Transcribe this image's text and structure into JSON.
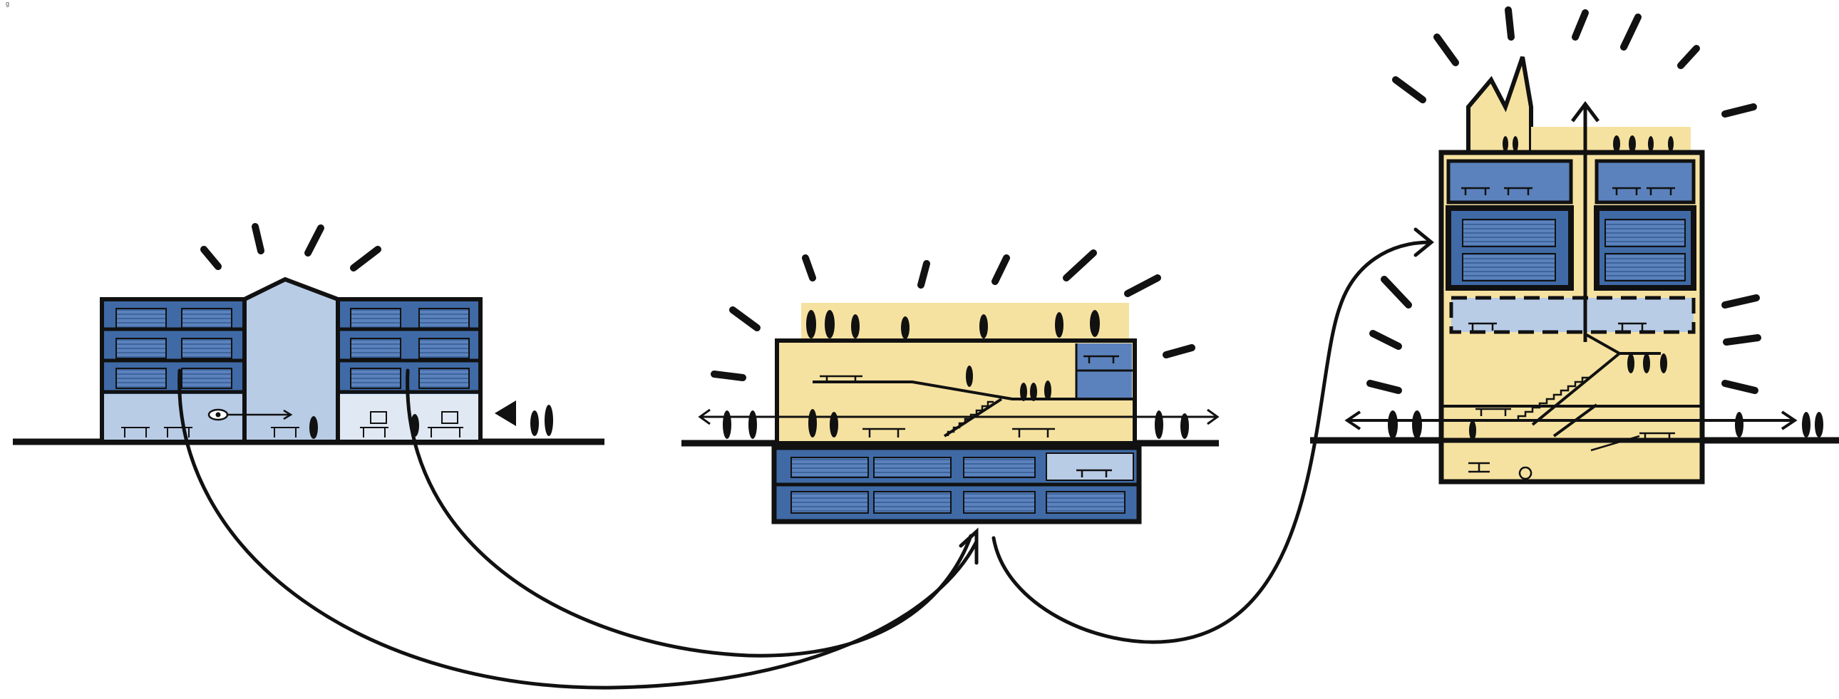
{
  "corner_label": "g",
  "palette": {
    "ink": "#111111",
    "blue_dark": "#3f6aa6",
    "blue_mid": "#5b82bd",
    "blue_light": "#b8cce6",
    "yellow": "#f6e2a0",
    "white": "#ffffff"
  },
  "scenes": [
    {
      "id": "existing-building",
      "description_icons": [
        "glow-rays",
        "office-floors",
        "central-gable-hall",
        "ground-floor-workspace",
        "eye-icon",
        "entrance-triangle",
        "people"
      ]
    },
    {
      "id": "transformed-hub",
      "description_icons": [
        "glow-rays",
        "yellow-rooftop",
        "stair-ramp",
        "underground-storage",
        "people",
        "double-arrow"
      ]
    },
    {
      "id": "tower-building",
      "description_icons": [
        "glow-rays",
        "chimney-roof",
        "vertical-arrow",
        "office-floors",
        "stair-ramp",
        "people",
        "double-arrow"
      ]
    }
  ]
}
